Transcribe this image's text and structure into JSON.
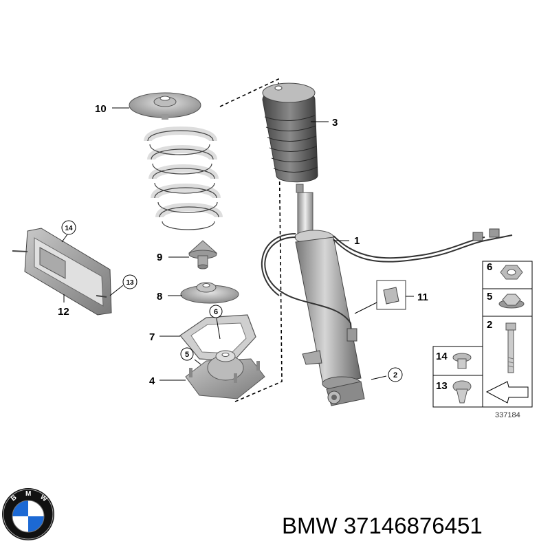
{
  "caption": {
    "text": "BMW 37146876451"
  },
  "logo": {
    "brand": "BMW",
    "icon": "bmw-roundel-icon",
    "colors": {
      "blue": "#1c69d4",
      "white": "#ffffff",
      "ring": "#111111"
    }
  },
  "diagram_number": "337184",
  "callouts": {
    "c1": "1",
    "c2": "2",
    "c3": "3",
    "c4": "4",
    "c5": "5",
    "c6": "6",
    "c7": "7",
    "c8": "8",
    "c9": "9",
    "c10": "10",
    "c11": "11",
    "c12": "12",
    "c13": "13",
    "c14": "14"
  },
  "hardware_panel": {
    "r6": "6",
    "r5": "5",
    "r2": "2",
    "r14": "14",
    "r13": "13"
  },
  "parts": {
    "p1": "shock-absorber-icon",
    "p2": "bolt-icon",
    "p3": "dust-boot-icon",
    "p4": "strut-mount-icon",
    "p8": "spring-pad-icon",
    "p9": "bump-stop-icon",
    "p10": "upper-spring-seat-icon",
    "p11": "clip-icon",
    "p12": "cover-plate-icon",
    "spring": "coil-spring-icon"
  }
}
